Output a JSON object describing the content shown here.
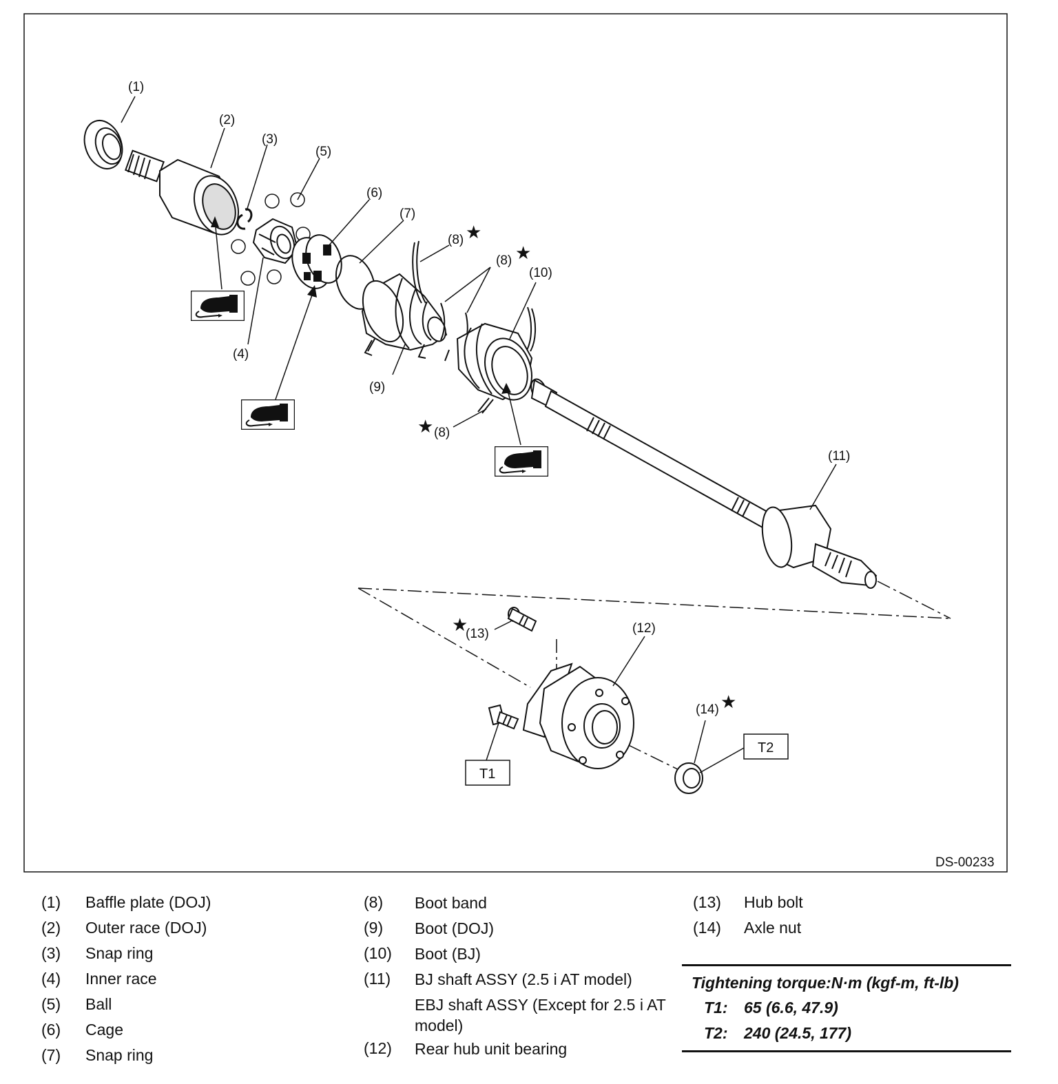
{
  "figure_code": "DS-00233",
  "callouts": {
    "c1": "(1)",
    "c2": "(2)",
    "c3": "(3)",
    "c4": "(4)",
    "c5": "(5)",
    "c6": "(6)",
    "c7": "(7)",
    "c8a": "(8)",
    "c8b": "(8)",
    "c8c": "(8)",
    "c9": "(9)",
    "c10": "(10)",
    "c11": "(11)",
    "c12": "(12)",
    "c13": "(13)",
    "c14": "(14)"
  },
  "torque_boxes": {
    "t1": "T1",
    "t2": "T2"
  },
  "legend": {
    "col1": [
      {
        "num": "(1)",
        "text": "Baffle plate (DOJ)"
      },
      {
        "num": "(2)",
        "text": "Outer race (DOJ)"
      },
      {
        "num": "(3)",
        "text": "Snap ring"
      },
      {
        "num": "(4)",
        "text": "Inner race"
      },
      {
        "num": "(5)",
        "text": "Ball"
      },
      {
        "num": "(6)",
        "text": "Cage"
      },
      {
        "num": "(7)",
        "text": "Snap ring"
      }
    ],
    "col2": [
      {
        "num": "(8)",
        "text": "Boot band"
      },
      {
        "num": "(9)",
        "text": "Boot (DOJ)"
      },
      {
        "num": "(10)",
        "text": "Boot (BJ)"
      },
      {
        "num": "(11)",
        "text": "BJ shaft ASSY (2.5 i AT model)"
      },
      {
        "num": "",
        "text": "EBJ shaft ASSY (Except for 2.5 i AT model)"
      },
      {
        "num": "(12)",
        "text": "Rear hub unit bearing"
      }
    ],
    "col3": [
      {
        "num": "(13)",
        "text": "Hub bolt"
      },
      {
        "num": "(14)",
        "text": "Axle nut"
      }
    ]
  },
  "torque": {
    "title": "Tightening torque:N·m (kgf-m, ft-lb)",
    "rows": [
      {
        "key": "T1:",
        "value": "65 (6.6, 47.9)"
      },
      {
        "key": "T2:",
        "value": "240 (24.5, 177)"
      }
    ]
  }
}
